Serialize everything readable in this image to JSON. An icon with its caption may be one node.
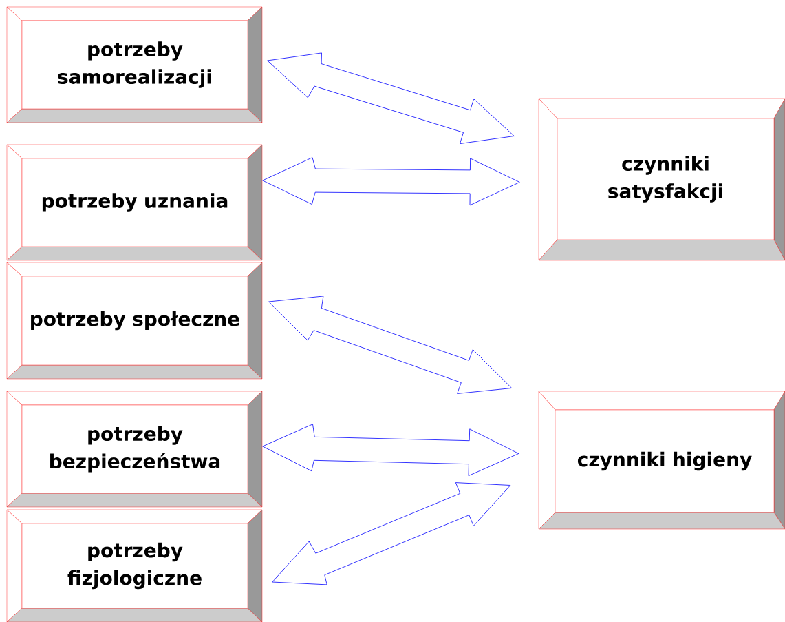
{
  "diagram": {
    "nodes": [
      {
        "text": [
          "potrzeby samorealizacji"
        ]
      },
      {
        "text": [
          "potrzeby uznania"
        ]
      },
      {
        "text": [
          "potrzeby społeczne"
        ]
      },
      {
        "text": [
          "potrzeby bezpieczeństwa"
        ]
      },
      {
        "text": [
          "potrzeby fizjologiczne"
        ]
      },
      {
        "text": [
          "czynniki satysfakcji"
        ]
      },
      {
        "text": [
          "czynniki higieny"
        ]
      }
    ],
    "edges": [
      {
        "from": 0,
        "to": 5,
        "arrow": "both"
      },
      {
        "from": 1,
        "to": 5,
        "arrow": "both"
      },
      {
        "from": 2,
        "to": 6,
        "arrow": "both"
      },
      {
        "from": 3,
        "to": 6,
        "arrow": "both"
      },
      {
        "from": 4,
        "to": 6,
        "arrow": "both"
      }
    ]
  }
}
